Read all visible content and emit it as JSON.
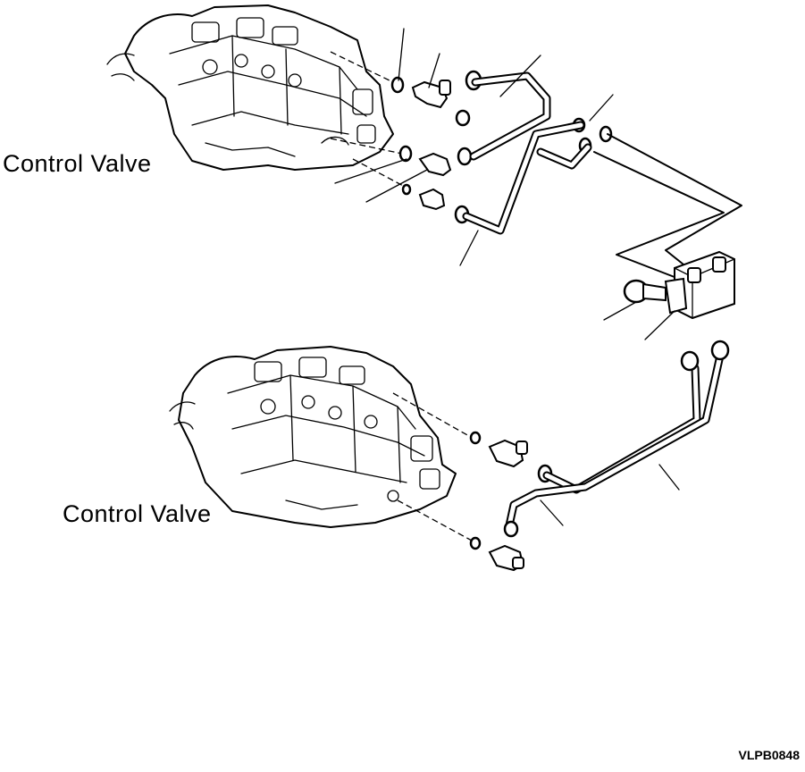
{
  "labels": {
    "control_valve_top": "Control Valve",
    "control_valve_bottom": "Control Valve"
  },
  "drawing_code": "VLPB0848"
}
